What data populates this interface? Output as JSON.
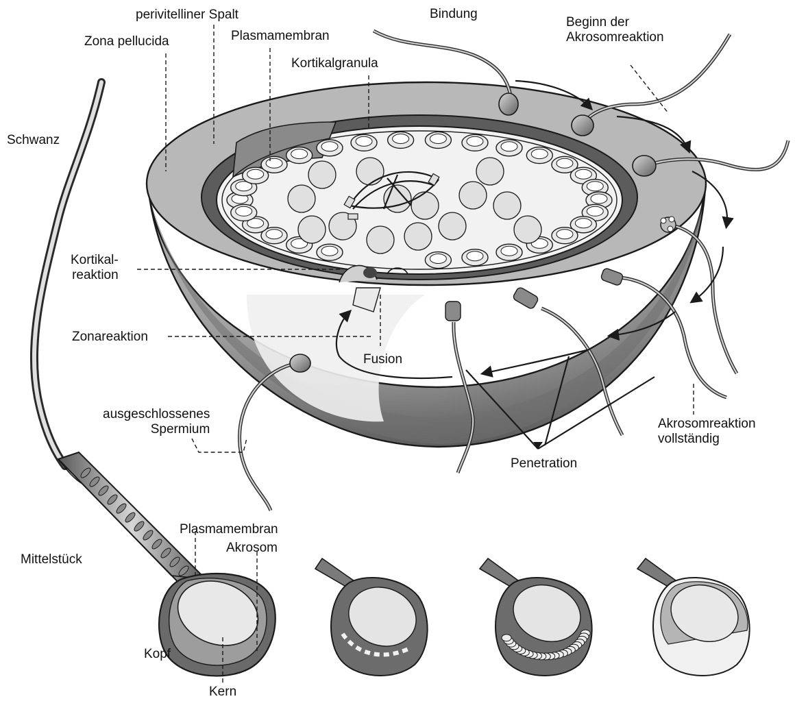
{
  "labels": {
    "zona_pellucida": "Zona pellucida",
    "perivitelliner_spalt": "perivitelliner Spalt",
    "plasmamembran_top": "Plasmamembran",
    "kortikalgranula": "Kortikalgranula",
    "bindung": "Bindung",
    "beginn_akrosomreaktion": "Beginn der\nAkrosomreaktion",
    "schwanz": "Schwanz",
    "kortikalreaktion": "Kortikal-\nreaktion",
    "zonareaktion": "Zonareaktion",
    "fusion": "Fusion",
    "ausgeschlossenes_spermium": "ausgeschlossenes\nSpermium",
    "akrosomreaktion_vollstaendig": "Akrosomreaktion\nvollständig",
    "penetration": "Penetration",
    "plasmamembran_bottom": "Plasmamembran",
    "akrosom": "Akrosom",
    "mittelstueck": "Mittelstück",
    "kopf": "Kopf",
    "kern": "Kern"
  }
}
